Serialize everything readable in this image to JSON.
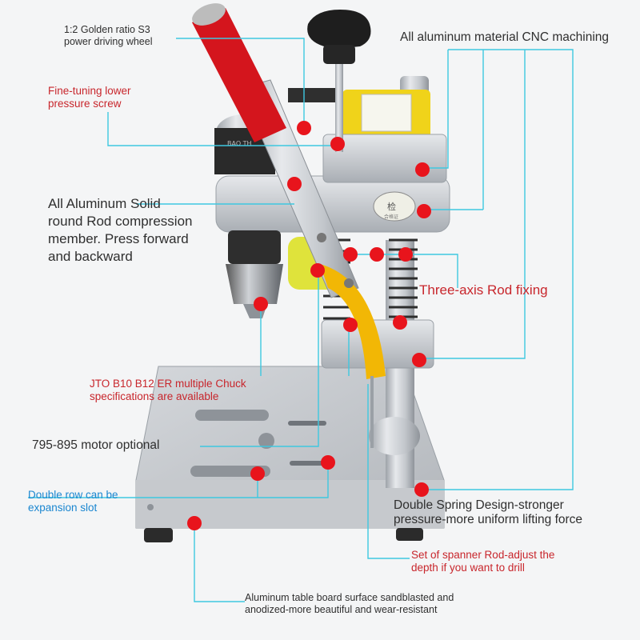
{
  "labels": {
    "golden_ratio": [
      "1:2 Golden ratio S3",
      "power driving wheel"
    ],
    "all_aluminum_cnc": "All aluminum material CNC machining",
    "fine_tuning": [
      "Fine-tuning lower",
      "pressure screw"
    ],
    "solid_rod": [
      "All Aluminum Solid",
      "round Rod compression",
      "member. Press forward",
      "and backward"
    ],
    "three_axis": "Three-axis Rod fixing",
    "chuck": [
      "JTO B10 B12 ER multiple Chuck",
      "specifications are available"
    ],
    "motor": "795-895 motor optional",
    "double_row": [
      "Double row can be",
      "expansion slot"
    ],
    "double_spring": [
      "Double Spring Design-stronger",
      "pressure-more uniform lifting force"
    ],
    "spanner_rod": [
      "Set of spanner Rod-adjust the",
      "depth if you want to drill"
    ],
    "table_board": [
      "Aluminum table board surface sandblasted and",
      "anodized-more beautiful and wear-resistant"
    ]
  },
  "product": {
    "seal_text": "检",
    "seal_subtext": "合格证",
    "belt_text": "BAO TH"
  },
  "colors": {
    "marker_red": "#e8141c",
    "callout_line": "#3ec8e0",
    "aluminum": "#c9cdd2",
    "handle_red": "#d4151d",
    "lever_yellow": "#f2b705",
    "motor_yellow": "#e6e63a"
  }
}
